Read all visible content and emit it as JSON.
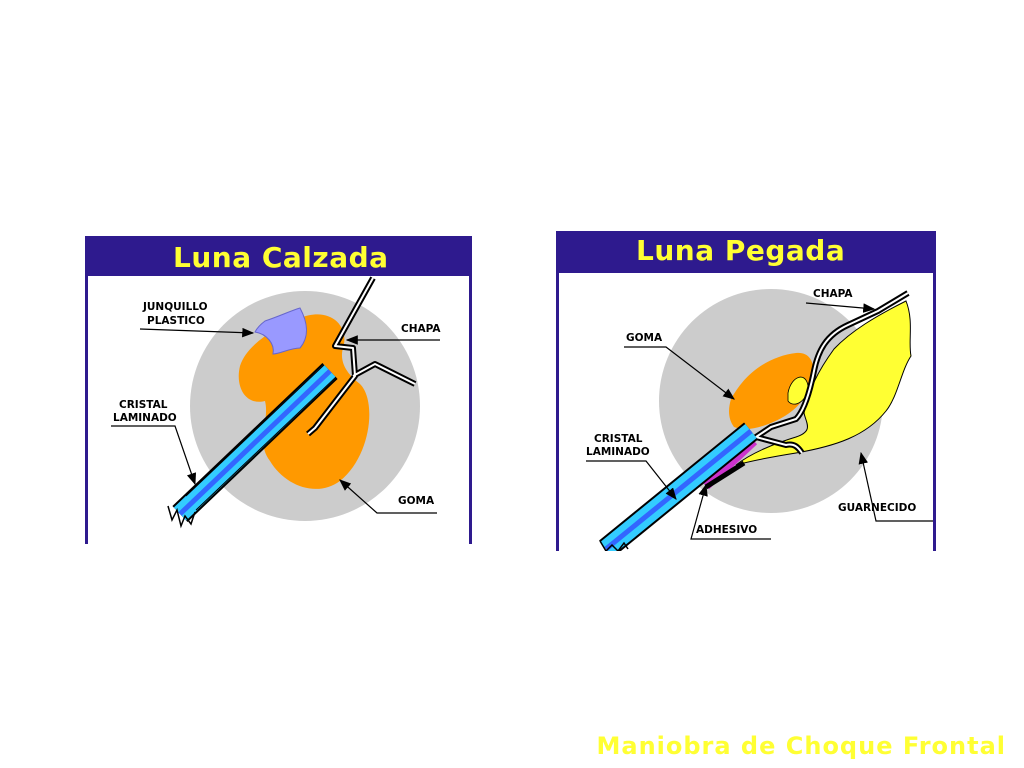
{
  "colors": {
    "header_bg": "#2e1a8e",
    "title_text": "#ffff33",
    "circle_bg": "#cccccc",
    "rubber": "#ff9900",
    "glass_outer": "#33ccff",
    "glass_inner": "#3366ff",
    "plastic_strip": "#9999ff",
    "adhesive": "#cc33cc",
    "trim": "#ffff33"
  },
  "left_panel": {
    "title": "Luna Calzada",
    "labels": {
      "junquillo_line1": "JUNQUILLO",
      "junquillo_line2": "PLASTICO",
      "chapa": "CHAPA",
      "cristal_line1": "CRISTAL",
      "cristal_line2": "LAMINADO",
      "goma": "GOMA"
    }
  },
  "right_panel": {
    "title": "Luna Pegada",
    "labels": {
      "chapa": "CHAPA",
      "goma": "GOMA",
      "cristal_line1": "CRISTAL",
      "cristal_line2": "LAMINADO",
      "adhesivo": "ADHESIVO",
      "guarnecido": "GUARNECIDO"
    }
  },
  "footer": {
    "title": "Maniobra de Choque Frontal"
  }
}
